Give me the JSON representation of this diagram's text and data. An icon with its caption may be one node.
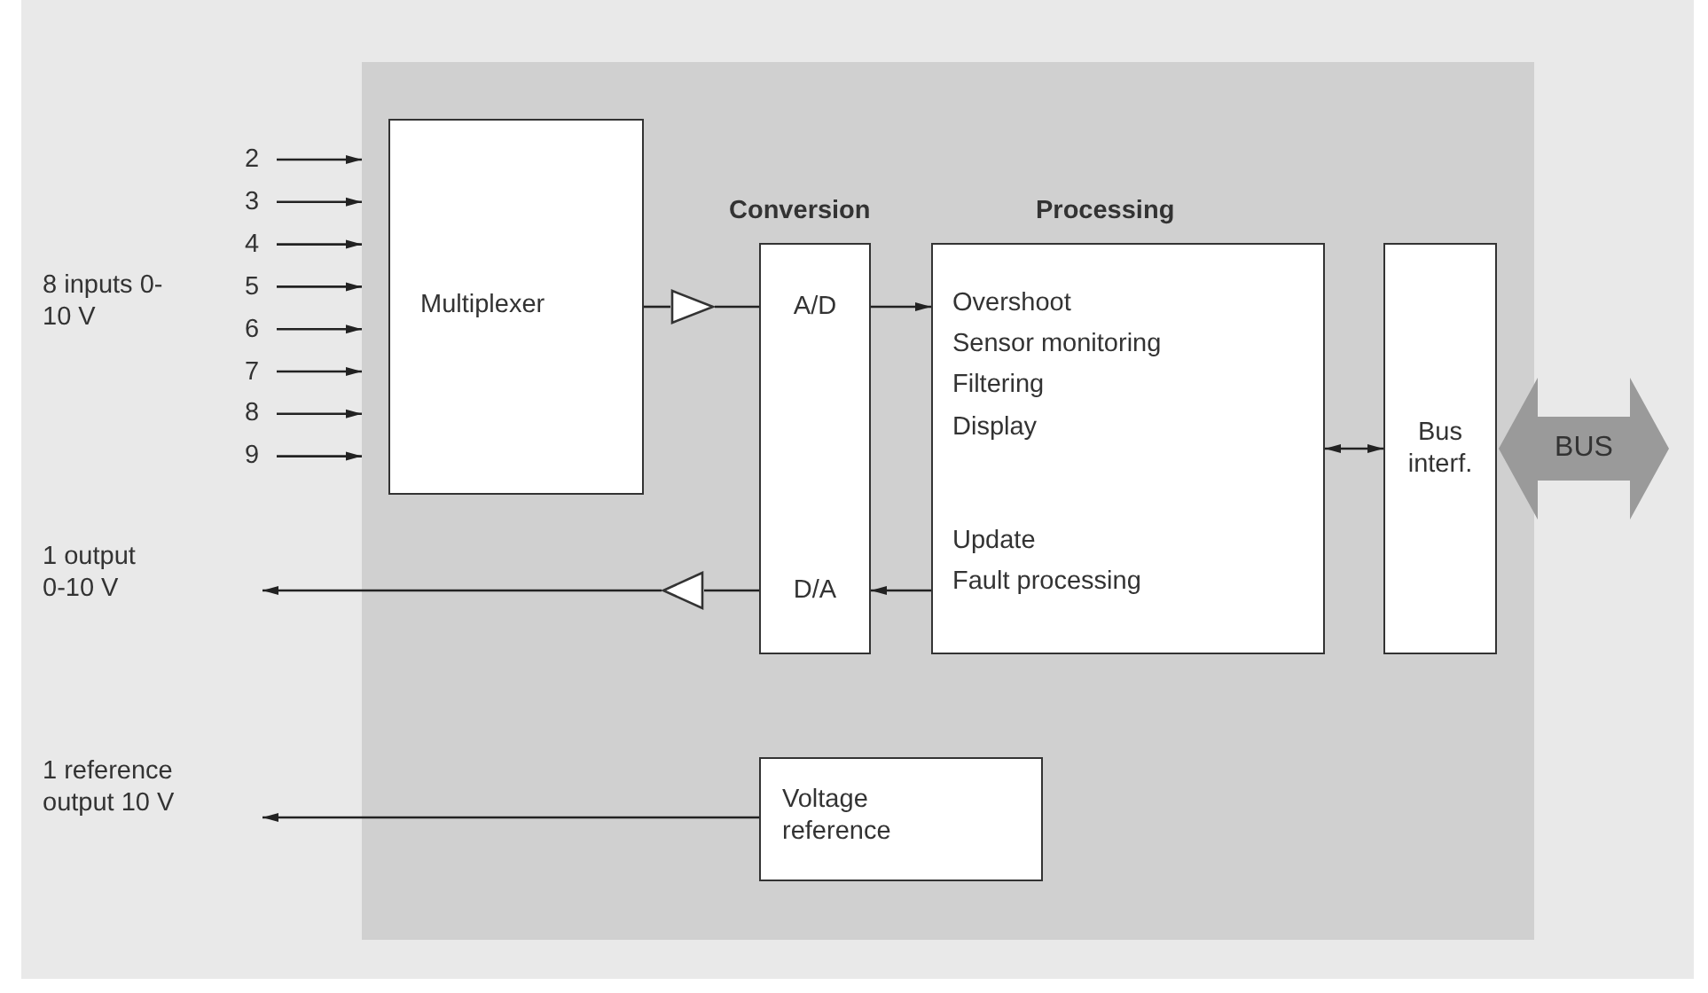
{
  "diagram": {
    "nodes": [
      {
        "text": [],
        "shape": "box"
      },
      {
        "text": [
          "2"
        ]
      },
      {
        "text": [
          "3"
        ]
      },
      {
        "text": [
          "4"
        ]
      },
      {
        "text": [
          "5"
        ]
      },
      {
        "text": [
          "6"
        ]
      },
      {
        "text": [
          "7"
        ]
      },
      {
        "text": [
          "8"
        ]
      },
      {
        "text": [
          "9"
        ]
      },
      {
        "text": [
          "Multiplexer"
        ],
        "in": 0
      },
      {
        "text": [
          "Conversion",
          "A/D",
          "D/A"
        ],
        "in": 0
      },
      {
        "text": [
          "Processing",
          "Overshoot",
          "Sensor monitoring",
          "Filtering",
          "Display",
          "Update",
          "Fault processing"
        ],
        "in": 0
      },
      {
        "text": [
          "Bus interf."
        ],
        "in": 0
      },
      {
        "text": [
          "BUS"
        ]
      },
      {
        "text": [
          "Voltage reference"
        ],
        "in": 0
      },
      {
        "text": [
          "1 output 0-10 V"
        ]
      },
      {
        "text": [
          "1 reference output 10 V"
        ]
      },
      {
        "text": [],
        "shape": "triangle",
        "in": 0
      },
      {
        "text": [],
        "shape": "triangle",
        "in": 0
      }
    ],
    "edges": [
      {
        "from": 1,
        "to": 0,
        "arrow": "to"
      },
      {
        "from": 2,
        "to": 0,
        "arrow": "to"
      },
      {
        "from": 3,
        "to": 0,
        "arrow": "to"
      },
      {
        "from": 4,
        "to": 0,
        "arrow": "to"
      },
      {
        "from": 5,
        "to": 0,
        "arrow": "to"
      },
      {
        "from": 6,
        "to": 0,
        "arrow": "to"
      },
      {
        "from": 7,
        "to": 0,
        "arrow": "to"
      },
      {
        "from": 8,
        "to": 0,
        "arrow": "to"
      },
      {
        "from": 9,
        "to": 17,
        "arrow": "none"
      },
      {
        "from": 17,
        "to": 10,
        "arrow": "none"
      },
      {
        "from": 10,
        "to": 11,
        "arrow": "to"
      },
      {
        "from": 11,
        "to": 10,
        "arrow": "to"
      },
      {
        "from": 10,
        "to": 18,
        "arrow": "none"
      },
      {
        "from": 18,
        "to": 15,
        "arrow": "to"
      },
      {
        "from": 14,
        "to": 16,
        "arrow": "to"
      },
      {
        "from": 11,
        "to": 12,
        "arrow": "both"
      }
    ],
    "labels": [
      "8 inputs 0-10 V"
    ]
  }
}
